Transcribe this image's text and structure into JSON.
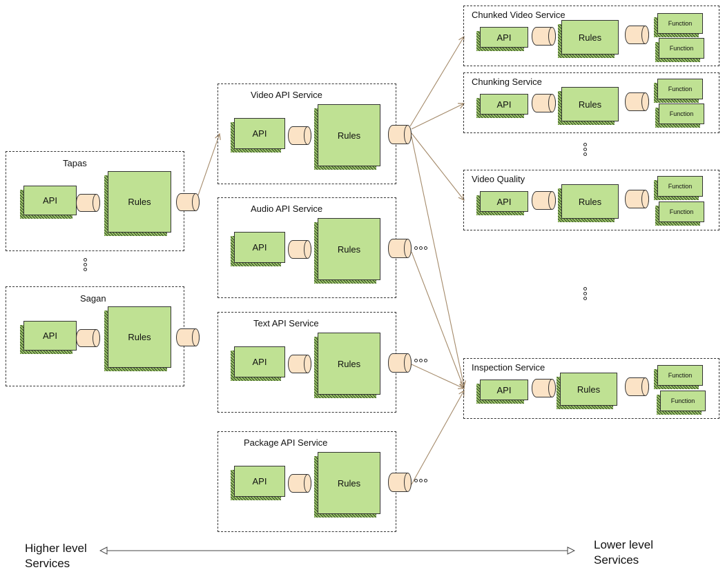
{
  "labels": {
    "api": "API",
    "rules": "Rules",
    "function": "Function"
  },
  "services": {
    "tapas": "Tapas",
    "sagan": "Sagan",
    "video_api": "Video API Service",
    "audio_api": "Audio API Service",
    "text_api": "Text API Service",
    "package_api": "Package API Service",
    "chunked_video": "Chunked Video Service",
    "chunking": "Chunking Service",
    "video_quality": "Video Quality",
    "inspection": "Inspection Service"
  },
  "axis": {
    "higher_line1": "Higher level",
    "higher_line2": "Services",
    "lower_line1": "Lower level",
    "lower_line2": "Services"
  },
  "colors": {
    "component_fill": "#bfe193",
    "connector_fill": "#fbe3c6",
    "arrow": "#a48a6a",
    "border": "#333333"
  },
  "icons": [
    "api-box",
    "rules-box",
    "function-box",
    "connector-cylinder",
    "ellipsis-dots",
    "arrow"
  ]
}
